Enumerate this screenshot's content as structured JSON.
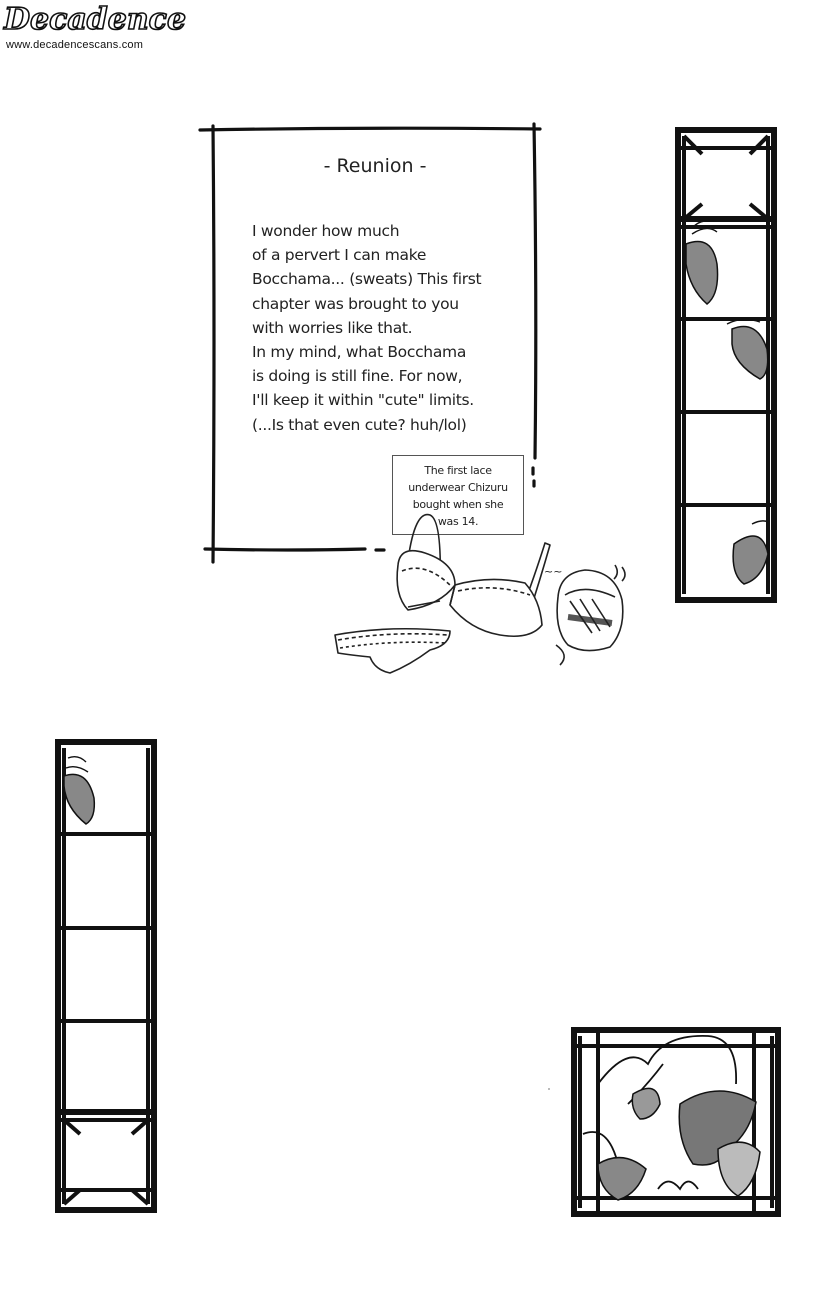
{
  "watermark": {
    "title": "Decadence",
    "url": "www.decadencescans.com"
  },
  "note": {
    "title": "- Reunion -",
    "lines": [
      "I wonder how much",
      "of a pervert I can make",
      "Bocchama... (sweats) This first",
      "chapter was brought to you",
      "with worries like that.",
      "In my mind, what Bocchama",
      "is doing is still fine. For now,",
      "I'll keep it within \"cute\" limits.",
      "(...Is that even cute? huh/lol)"
    ]
  },
  "caption": {
    "lines": [
      "The first lace",
      "underwear Chizuru",
      "bought when she",
      "was 14."
    ]
  },
  "illustrations": {
    "sweat_marks": "~~",
    "colors": {
      "ink": "#111111",
      "leaf_dark": "#777777",
      "leaf_mid": "#999999",
      "leaf_light": "#bbbbbb"
    }
  }
}
